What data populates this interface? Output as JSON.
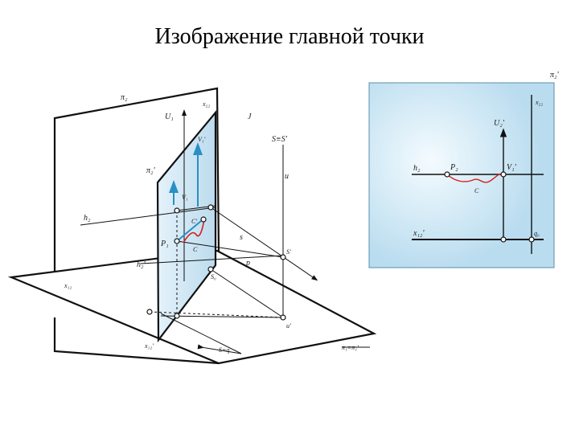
{
  "title": "Изображение главной точки",
  "colors": {
    "plane_fill": "#cfe6f3",
    "panel_fill": "#c7e3f2",
    "panel_glow": "#f4fbff",
    "line": "#111111",
    "accent": "#2a8fc4",
    "highlight": "#d42020"
  },
  "left_labels": {
    "pi2": "π₂",
    "pi2p": "π₂'",
    "pi1": "π₁≡π₁'",
    "x12": "x₁₂",
    "x12p": "x₁₂'",
    "u1": "U₁",
    "v1p": "V₁'",
    "v1": "V₁",
    "c1": "C'",
    "c": "C",
    "p1": "P₁",
    "h2": "h₂",
    "h2p": "h₂'",
    "s0": "S₀",
    "p": "p",
    "s": "s",
    "j": "J",
    "x22": "x₂₂",
    "ss": "S≡S'",
    "u": "u",
    "sp": "S'",
    "u0": "u'",
    "sq": "S≡q"
  },
  "right_labels": {
    "pi2p": "π₂'",
    "x22": "x₂₂",
    "u2p": "U₂'",
    "h2": "h₂",
    "p2": "P₂",
    "v1p": "V₁'",
    "c": "C",
    "x12p": "x₁₂'",
    "q0": "q₀"
  }
}
